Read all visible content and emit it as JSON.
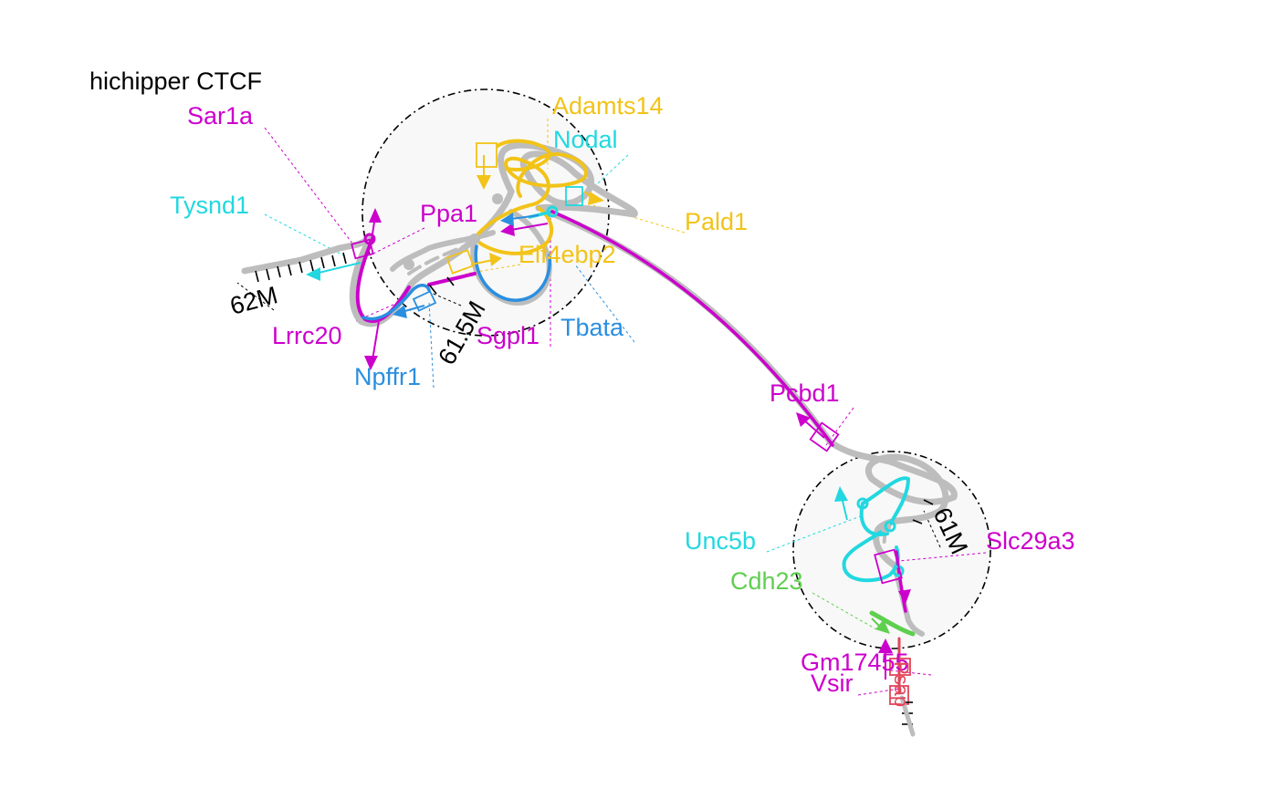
{
  "title": "hichipper CTCF",
  "colors": {
    "magenta": "#cc00cc",
    "cyan": "#22d8e0",
    "gold": "#f2c318",
    "blue": "#2b8fe0",
    "green": "#5fcf4f",
    "red": "#e2455a",
    "gray": "#bdbdbd"
  },
  "coordinate_ticks": [
    "62M",
    "61.5M",
    "61M"
  ],
  "genes": [
    {
      "name": "Sar1a",
      "color": "magenta"
    },
    {
      "name": "Adamts14",
      "color": "gold"
    },
    {
      "name": "Nodal",
      "color": "cyan"
    },
    {
      "name": "Tysnd1",
      "color": "cyan"
    },
    {
      "name": "Ppa1",
      "color": "magenta"
    },
    {
      "name": "Pald1",
      "color": "gold"
    },
    {
      "name": "Eif4ebp2",
      "color": "gold"
    },
    {
      "name": "Lrrc20",
      "color": "magenta"
    },
    {
      "name": "Sgpl1",
      "color": "magenta"
    },
    {
      "name": "Tbata",
      "color": "blue"
    },
    {
      "name": "Npffr1",
      "color": "blue"
    },
    {
      "name": "Pcbd1",
      "color": "magenta"
    },
    {
      "name": "Unc5b",
      "color": "cyan"
    },
    {
      "name": "Slc29a3",
      "color": "magenta"
    },
    {
      "name": "Cdh23",
      "color": "green"
    },
    {
      "name": "Gm17455",
      "color": "magenta"
    },
    {
      "name": "Vsir",
      "color": "magenta"
    },
    {
      "name": "Psap",
      "color": "red"
    }
  ]
}
